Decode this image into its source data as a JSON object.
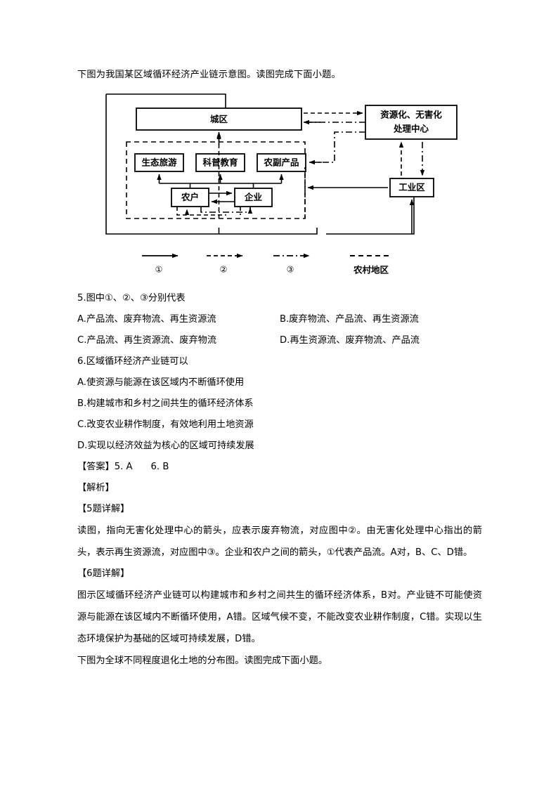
{
  "intro": "下图为我国某区域循环经济产业链示意图。读图完成下面小题。",
  "figure": {
    "boxes": {
      "urban": "城区",
      "recycling_center": "资源化、无害化\n处理中心",
      "industrial_zone": "工业区",
      "eco_tourism": "生态旅游",
      "science_education": "科普教育",
      "agri_products": "农副产品",
      "farmer": "农户",
      "enterprise": "企业"
    },
    "recycling_center_line1": "资源化、无害化",
    "recycling_center_line2": "处理中心",
    "legend": {
      "item1": "①",
      "item2": "②",
      "item3": "③",
      "rural_area": "农村地区"
    }
  },
  "q5": {
    "stem": "5.图中①、②、③分别代表",
    "options": [
      "A.产品流、废弃物流、再生资源流",
      "B.废弃物流、产品流、再生资源流",
      "C.产品流、再生资源流、废弃物流",
      "D.再生资源流、废弃物流、产品流"
    ]
  },
  "q6": {
    "stem": "6.区域循环经济产业链可以",
    "options": [
      "A.使资源与能源在该区域内不断循环使用",
      "B.构建城市和乡村之间共生的循环经济体系",
      "C.改变农业耕作制度，有效地利用土地资源",
      "D.实现以经济效益为核心的区域可持续发展"
    ]
  },
  "answer": {
    "label": "【答案】",
    "a5": "5. A",
    "a6": "6. B"
  },
  "analysis": {
    "label": "【解析】",
    "q5_head": "【5题详解】",
    "q5_text": "读图，指向无害化处理中心的箭头，应表示废弃物流，对应图中②。由无害化处理中心指出的箭头，表示再生资源流，对应图中③。企业和农户之间的箭头，①代表产品流。A对，B、C、D错。",
    "q6_head": "【6题详解】",
    "q6_text": "图示区域循环经济产业链可以构建城市和乡村之间共生的循环经济体系，B对。产业链不可能使资源与能源在该区域内不断循环使用，A错。区域气候不变，不能改变农业耕作制度，C错。实现以生态环境保护为基础的区域可持续发展，D错。"
  },
  "next_intro": "下图为全球不同程度退化土地的分布图。读图完成下面小题。"
}
